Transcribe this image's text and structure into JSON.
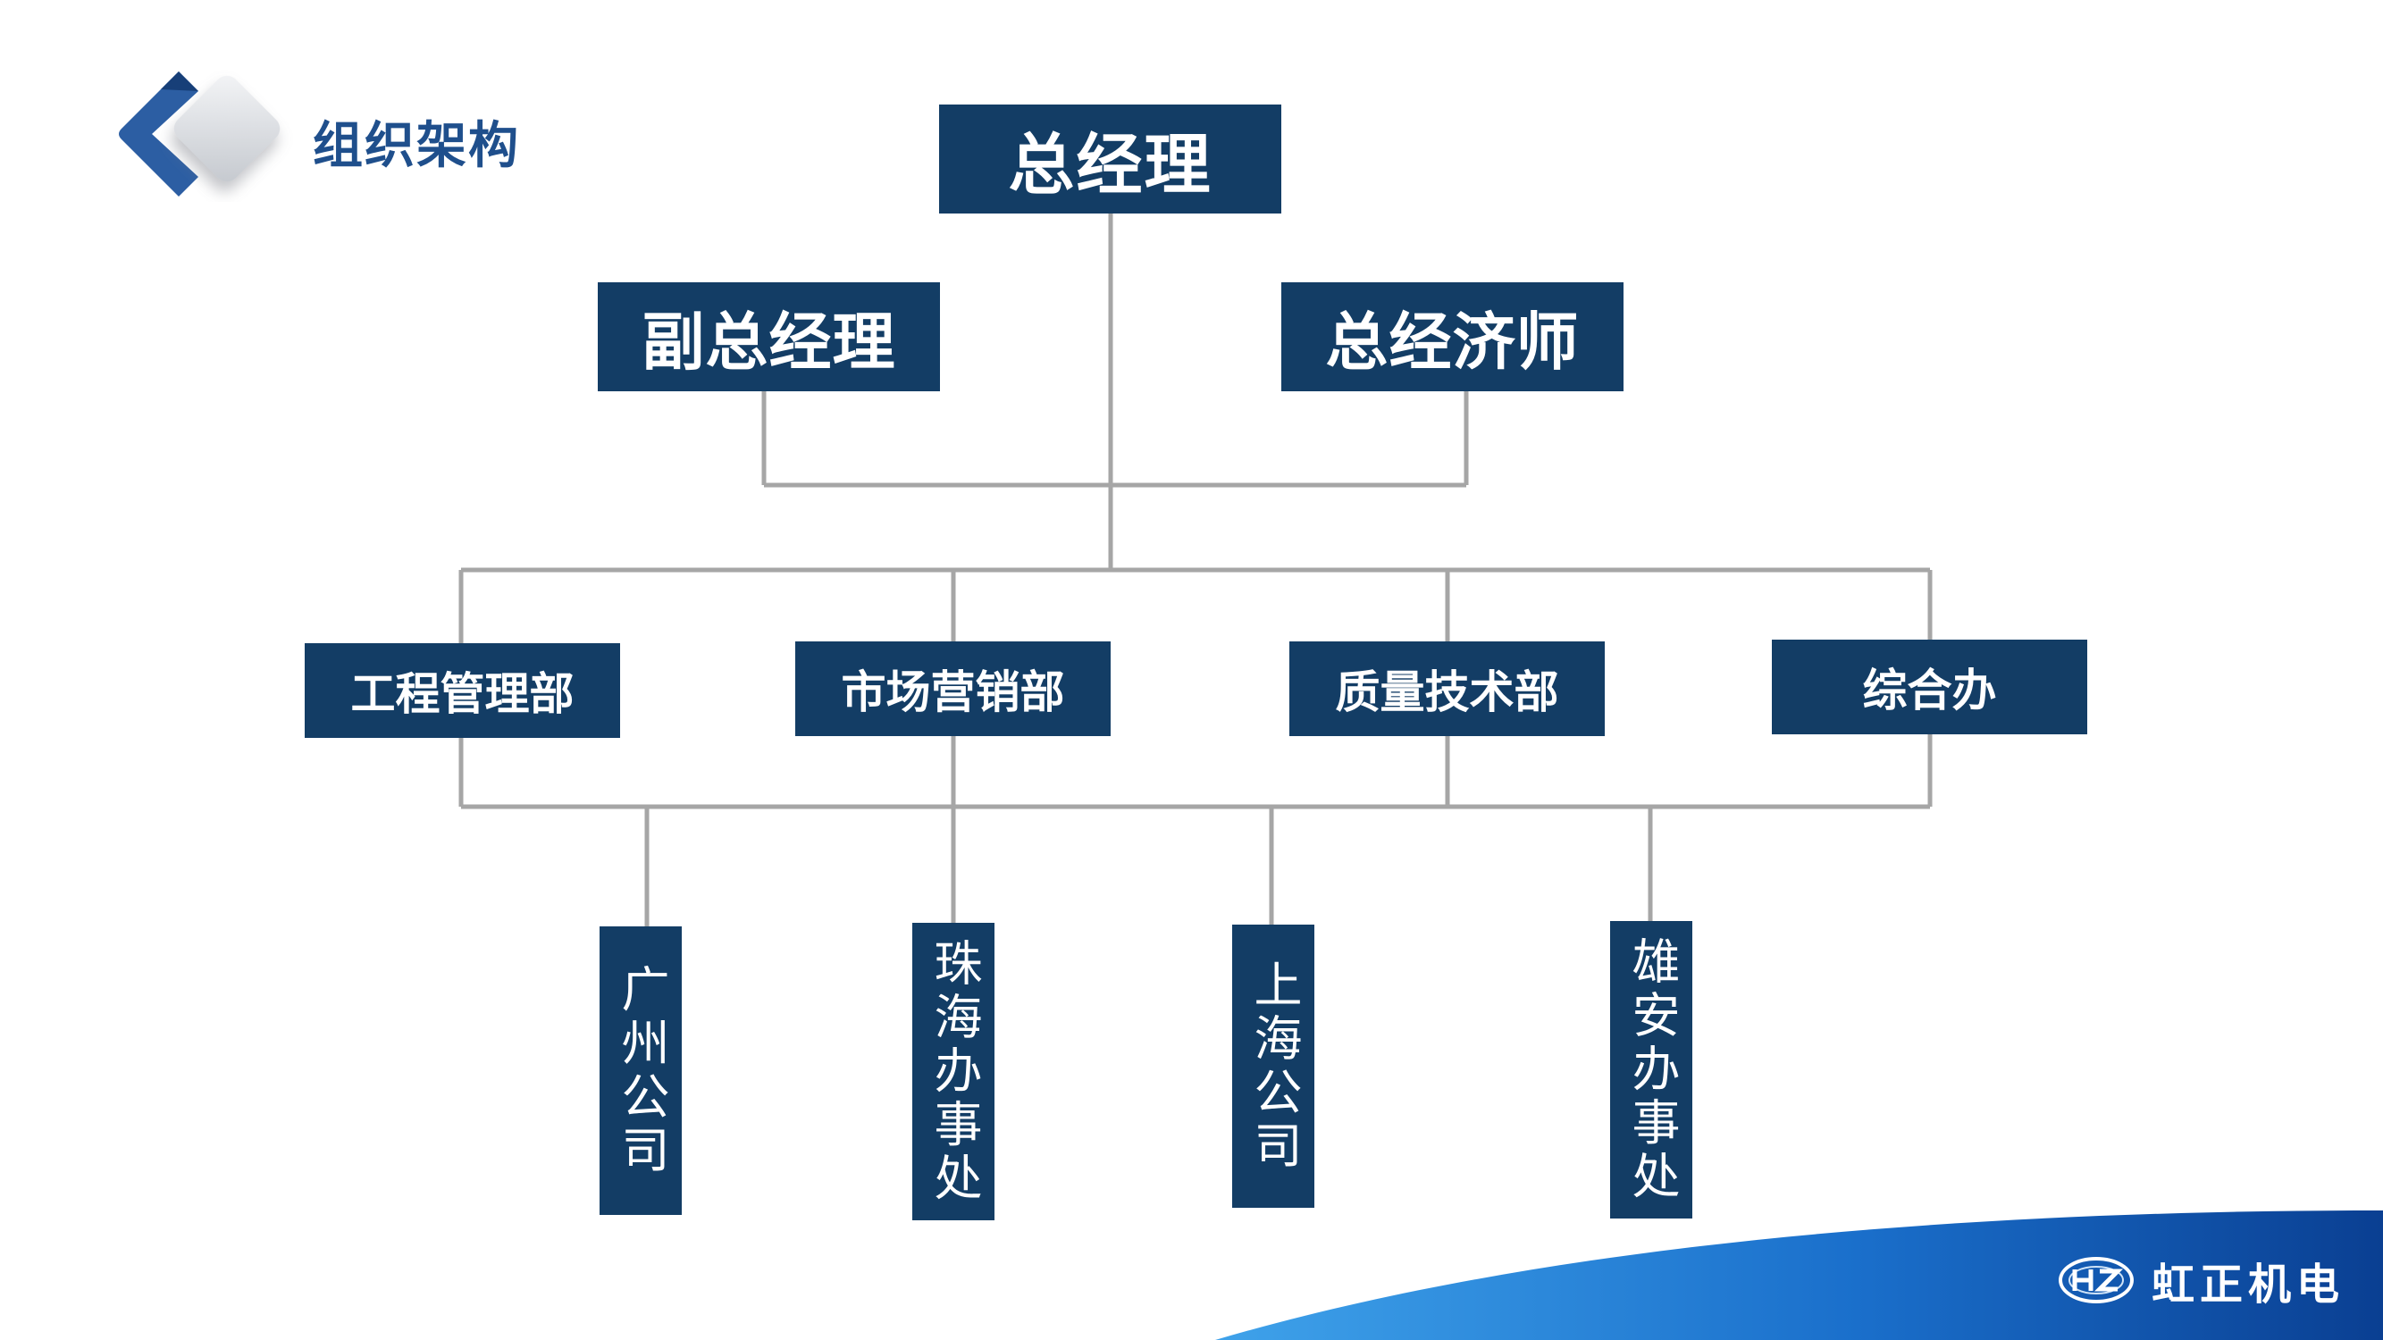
{
  "header": {
    "title": "组织架构"
  },
  "org": {
    "top": "总经理",
    "deputies": [
      "副总经理",
      "总经济师"
    ],
    "departments": [
      "工程管理部",
      "市场营销部",
      "质量技术部",
      "综合办"
    ],
    "branches": [
      "广州公司",
      "珠海办事处",
      "上海公司",
      "雄安办事处"
    ]
  },
  "footer": {
    "brand": "虹正机电",
    "emblem_icon": "hz-emblem-icon"
  },
  "colors": {
    "box": "#133d65",
    "line": "#a6a6a6",
    "title": "#1f4f8c",
    "wave_dark": "#0a4ea6",
    "wave_light": "#2f8fe0"
  }
}
